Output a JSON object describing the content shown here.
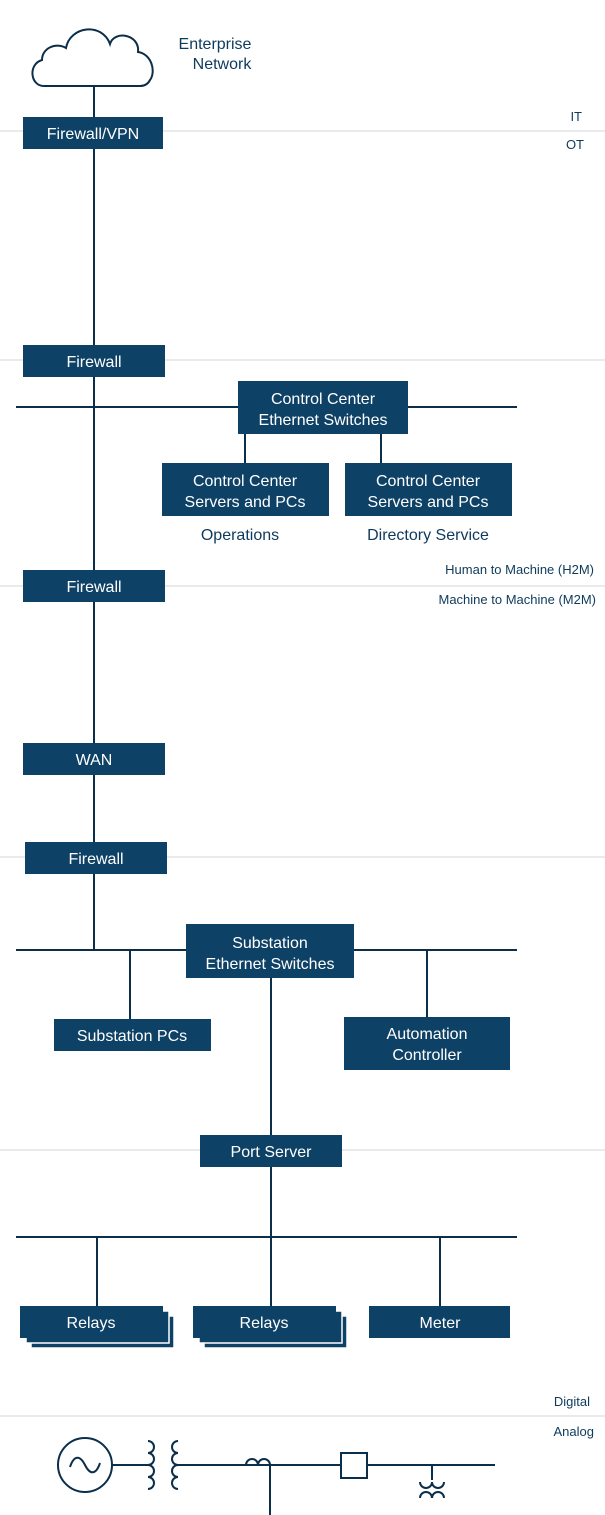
{
  "colors": {
    "box_fill": "#0e4166",
    "box_text": "#ffffff",
    "line": "#0b2e4a",
    "divider": "#d0d4d8",
    "label_text": "#0e3a5c"
  },
  "cloud": {
    "label_line1": "Enterprise",
    "label_line2": "Network",
    "icon": "cloud-icon"
  },
  "zones": {
    "it": "IT",
    "ot": "OT",
    "h2m": "Human to Machine (H2M)",
    "m2m": "Machine to Machine (M2M)",
    "digital": "Digital",
    "analog": "Analog"
  },
  "nodes": {
    "firewall_vpn": "Firewall/VPN",
    "firewall_1": "Firewall",
    "cc_switches_line1": "Control Center",
    "cc_switches_line2": "Ethernet Switches",
    "cc_servers_ops_line1": "Control Center",
    "cc_servers_ops_line2": "Servers and PCs",
    "cc_servers_dir_line1": "Control Center",
    "cc_servers_dir_line2": "Servers and PCs",
    "firewall_2": "Firewall",
    "wan": "WAN",
    "firewall_3": "Firewall",
    "sub_switches_line1": "Substation",
    "sub_switches_line2": "Ethernet Switches",
    "substation_pcs": "Substation PCs",
    "automation_line1": "Automation",
    "automation_line2": "Controller",
    "port_server": "Port Server",
    "relays_1": "Relays",
    "relays_2": "Relays",
    "meter": "Meter"
  },
  "captions": {
    "operations": "Operations",
    "directory_service": "Directory Service"
  },
  "analog_symbols": [
    "generator-icon",
    "transformer-icon",
    "current-transformer-icon",
    "breaker-icon",
    "voltage-transformer-icon"
  ]
}
